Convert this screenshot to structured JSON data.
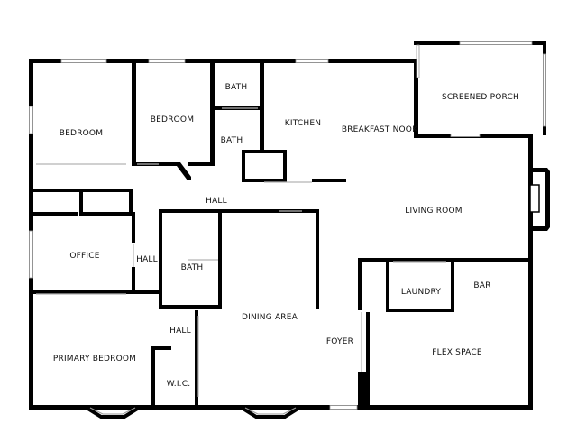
{
  "colors": {
    "wall": "#000000",
    "window": "#9a9a9a",
    "background": "#ffffff",
    "text": "#111111"
  },
  "rooms": {
    "bedroom_1": "BEDROOM",
    "bedroom_2": "BEDROOM",
    "bath_upper": "BATH",
    "bath_middle": "BATH",
    "kitchen": "KITCHEN",
    "breakfast_nook": "BREAKFAST NOOK",
    "screened_porch": "SCREENED PORCH",
    "hall_top": "HALL",
    "living_room": "LIVING ROOM",
    "office": "OFFICE",
    "hall_left": "HALL",
    "bath_center": "BATH",
    "laundry": "LAUNDRY",
    "bar": "BAR",
    "dining_area": "DINING AREA",
    "foyer": "FOYER",
    "hall_lower": "HALL",
    "primary_bedroom": "PRIMARY BEDROOM",
    "wic": "W.I.C.",
    "flex_space": "FLEX SPACE"
  }
}
